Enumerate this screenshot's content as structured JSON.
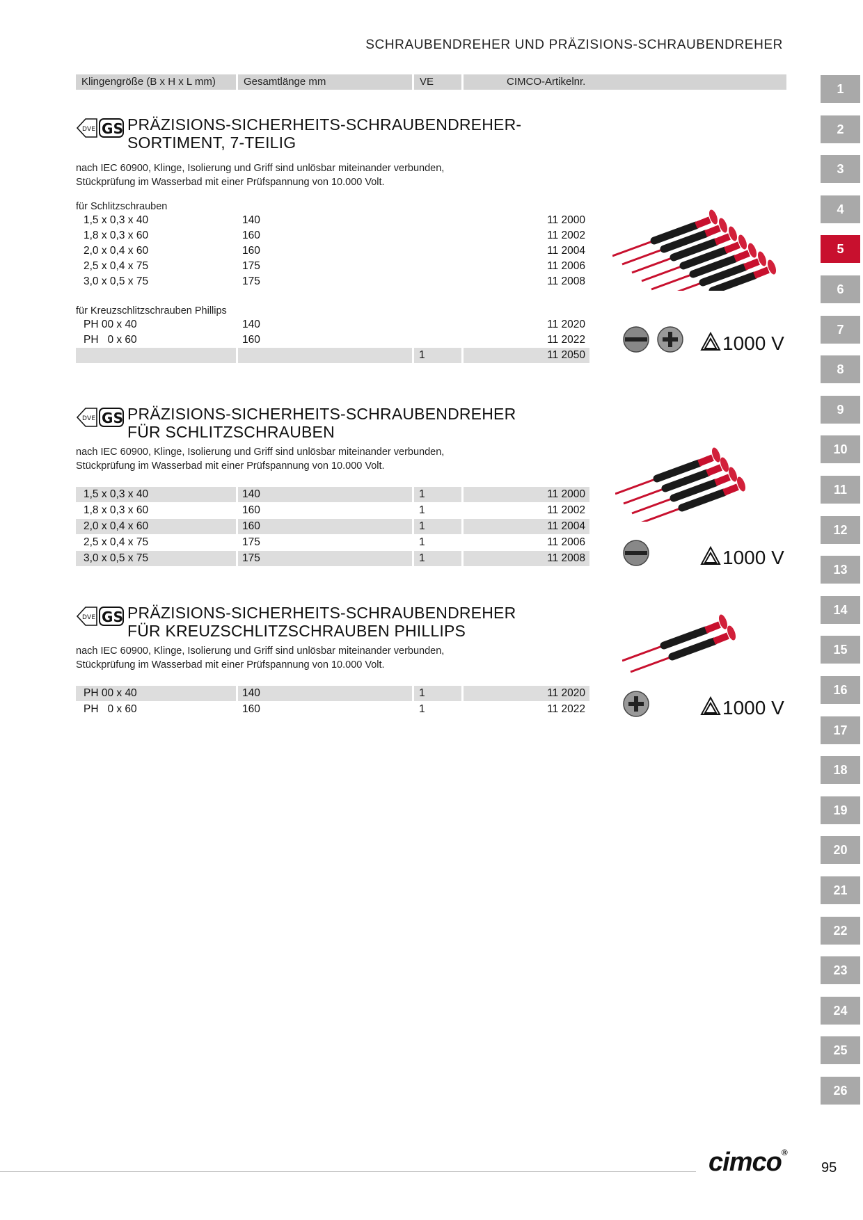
{
  "header": {
    "title": "SCHRAUBENDREHER UND PRÄZISIONS-SCHRAUBENDREHER"
  },
  "columns": {
    "blade": "Klingengröße (B x H x L mm)",
    "length": "Gesamtlänge mm",
    "ve": "VE",
    "article": "CIMCO-Artikelnr."
  },
  "sections": [
    {
      "title_line1": "PRÄZISIONS-SICHERHEITS-SCHRAUBENDREHER-",
      "title_line2": "SORTIMENT, 7-TEILIG",
      "desc_line1": "nach IEC 60900, Klinge, Isolierung und Griff sind unlösbar miteinander verbunden,",
      "desc_line2": "Stückprüfung im Wasserbad mit einer Prüfspannung von 10.000 Volt.",
      "group1_label": "für Schlitzschrauben",
      "group1_rows": [
        {
          "size": "1,5 x 0,3 x 40",
          "length": "140",
          "ve": "",
          "article": "11 2000"
        },
        {
          "size": "1,8 x 0,3 x 60",
          "length": "160",
          "ve": "",
          "article": "11 2002"
        },
        {
          "size": "2,0 x 0,4 x 60",
          "length": "160",
          "ve": "",
          "article": "11 2004"
        },
        {
          "size": "2,5 x 0,4 x 75",
          "length": "175",
          "ve": "",
          "article": "11 2006"
        },
        {
          "size": "3,0 x 0,5 x 75",
          "length": "175",
          "ve": "",
          "article": "11 2008"
        }
      ],
      "group2_label": "für Kreuzschlitzschrauben Phillips",
      "group2_rows": [
        {
          "size": "PH 00 x 40",
          "length": "140",
          "ve": "",
          "article": "11 2020"
        },
        {
          "size": "PH   0 x 60",
          "length": "160",
          "ve": "",
          "article": "11 2022"
        }
      ],
      "set_row": {
        "size": "",
        "length": "",
        "ve": "1",
        "article": "11 2050"
      },
      "voltage": "1000 V"
    },
    {
      "title_line1": "PRÄZISIONS-SICHERHEITS-SCHRAUBENDREHER",
      "title_line2": "FÜR SCHLITZSCHRAUBEN",
      "desc_line1": "nach IEC 60900, Klinge, Isolierung und Griff sind unlösbar miteinander verbunden,",
      "desc_line2": "Stückprüfung im Wasserbad mit einer Prüfspannung von 10.000 Volt.",
      "rows": [
        {
          "size": "1,5 x 0,3 x 40",
          "length": "140",
          "ve": "1",
          "article": "11 2000"
        },
        {
          "size": "1,8 x 0,3 x 60",
          "length": "160",
          "ve": "1",
          "article": "11 2002"
        },
        {
          "size": "2,0 x 0,4 x 60",
          "length": "160",
          "ve": "1",
          "article": "11 2004"
        },
        {
          "size": "2,5 x 0,4 x 75",
          "length": "175",
          "ve": "1",
          "article": "11 2006"
        },
        {
          "size": "3,0 x 0,5 x 75",
          "length": "175",
          "ve": "1",
          "article": "11 2008"
        }
      ],
      "voltage": "1000 V"
    },
    {
      "title_line1": "PRÄZISIONS-SICHERHEITS-SCHRAUBENDREHER",
      "title_line2": "FÜR KREUZSCHLITZSCHRAUBEN PHILLIPS",
      "desc_line1": "nach IEC 60900, Klinge, Isolierung und Griff sind unlösbar miteinander verbunden,",
      "desc_line2": "Stückprüfung im Wasserbad mit einer Prüfspannung von 10.000 Volt.",
      "rows": [
        {
          "size": "PH 00 x 40",
          "length": "140",
          "ve": "1",
          "article": "11 2020"
        },
        {
          "size": "PH   0 x 60",
          "length": "160",
          "ve": "1",
          "article": "11 2022"
        }
      ],
      "voltage": "1000 V"
    }
  ],
  "sidebar": {
    "tabs": [
      "1",
      "2",
      "3",
      "4",
      "5",
      "6",
      "7",
      "8",
      "9",
      "10",
      "11",
      "12",
      "13",
      "14",
      "15",
      "16",
      "17",
      "18",
      "19",
      "20",
      "21",
      "22",
      "23",
      "24",
      "25",
      "26"
    ],
    "active": "5",
    "active_color": "#c8102e",
    "inactive_color": "#a9a9a9"
  },
  "footer": {
    "brand": "cimco",
    "registered": "®",
    "page_number": "95"
  },
  "icons": {
    "cert": "vde-gs-certification-icon",
    "slot": "slotted-screw-head-icon",
    "phillips": "phillips-screw-head-icon",
    "insulation": "double-triangle-insulation-icon"
  }
}
